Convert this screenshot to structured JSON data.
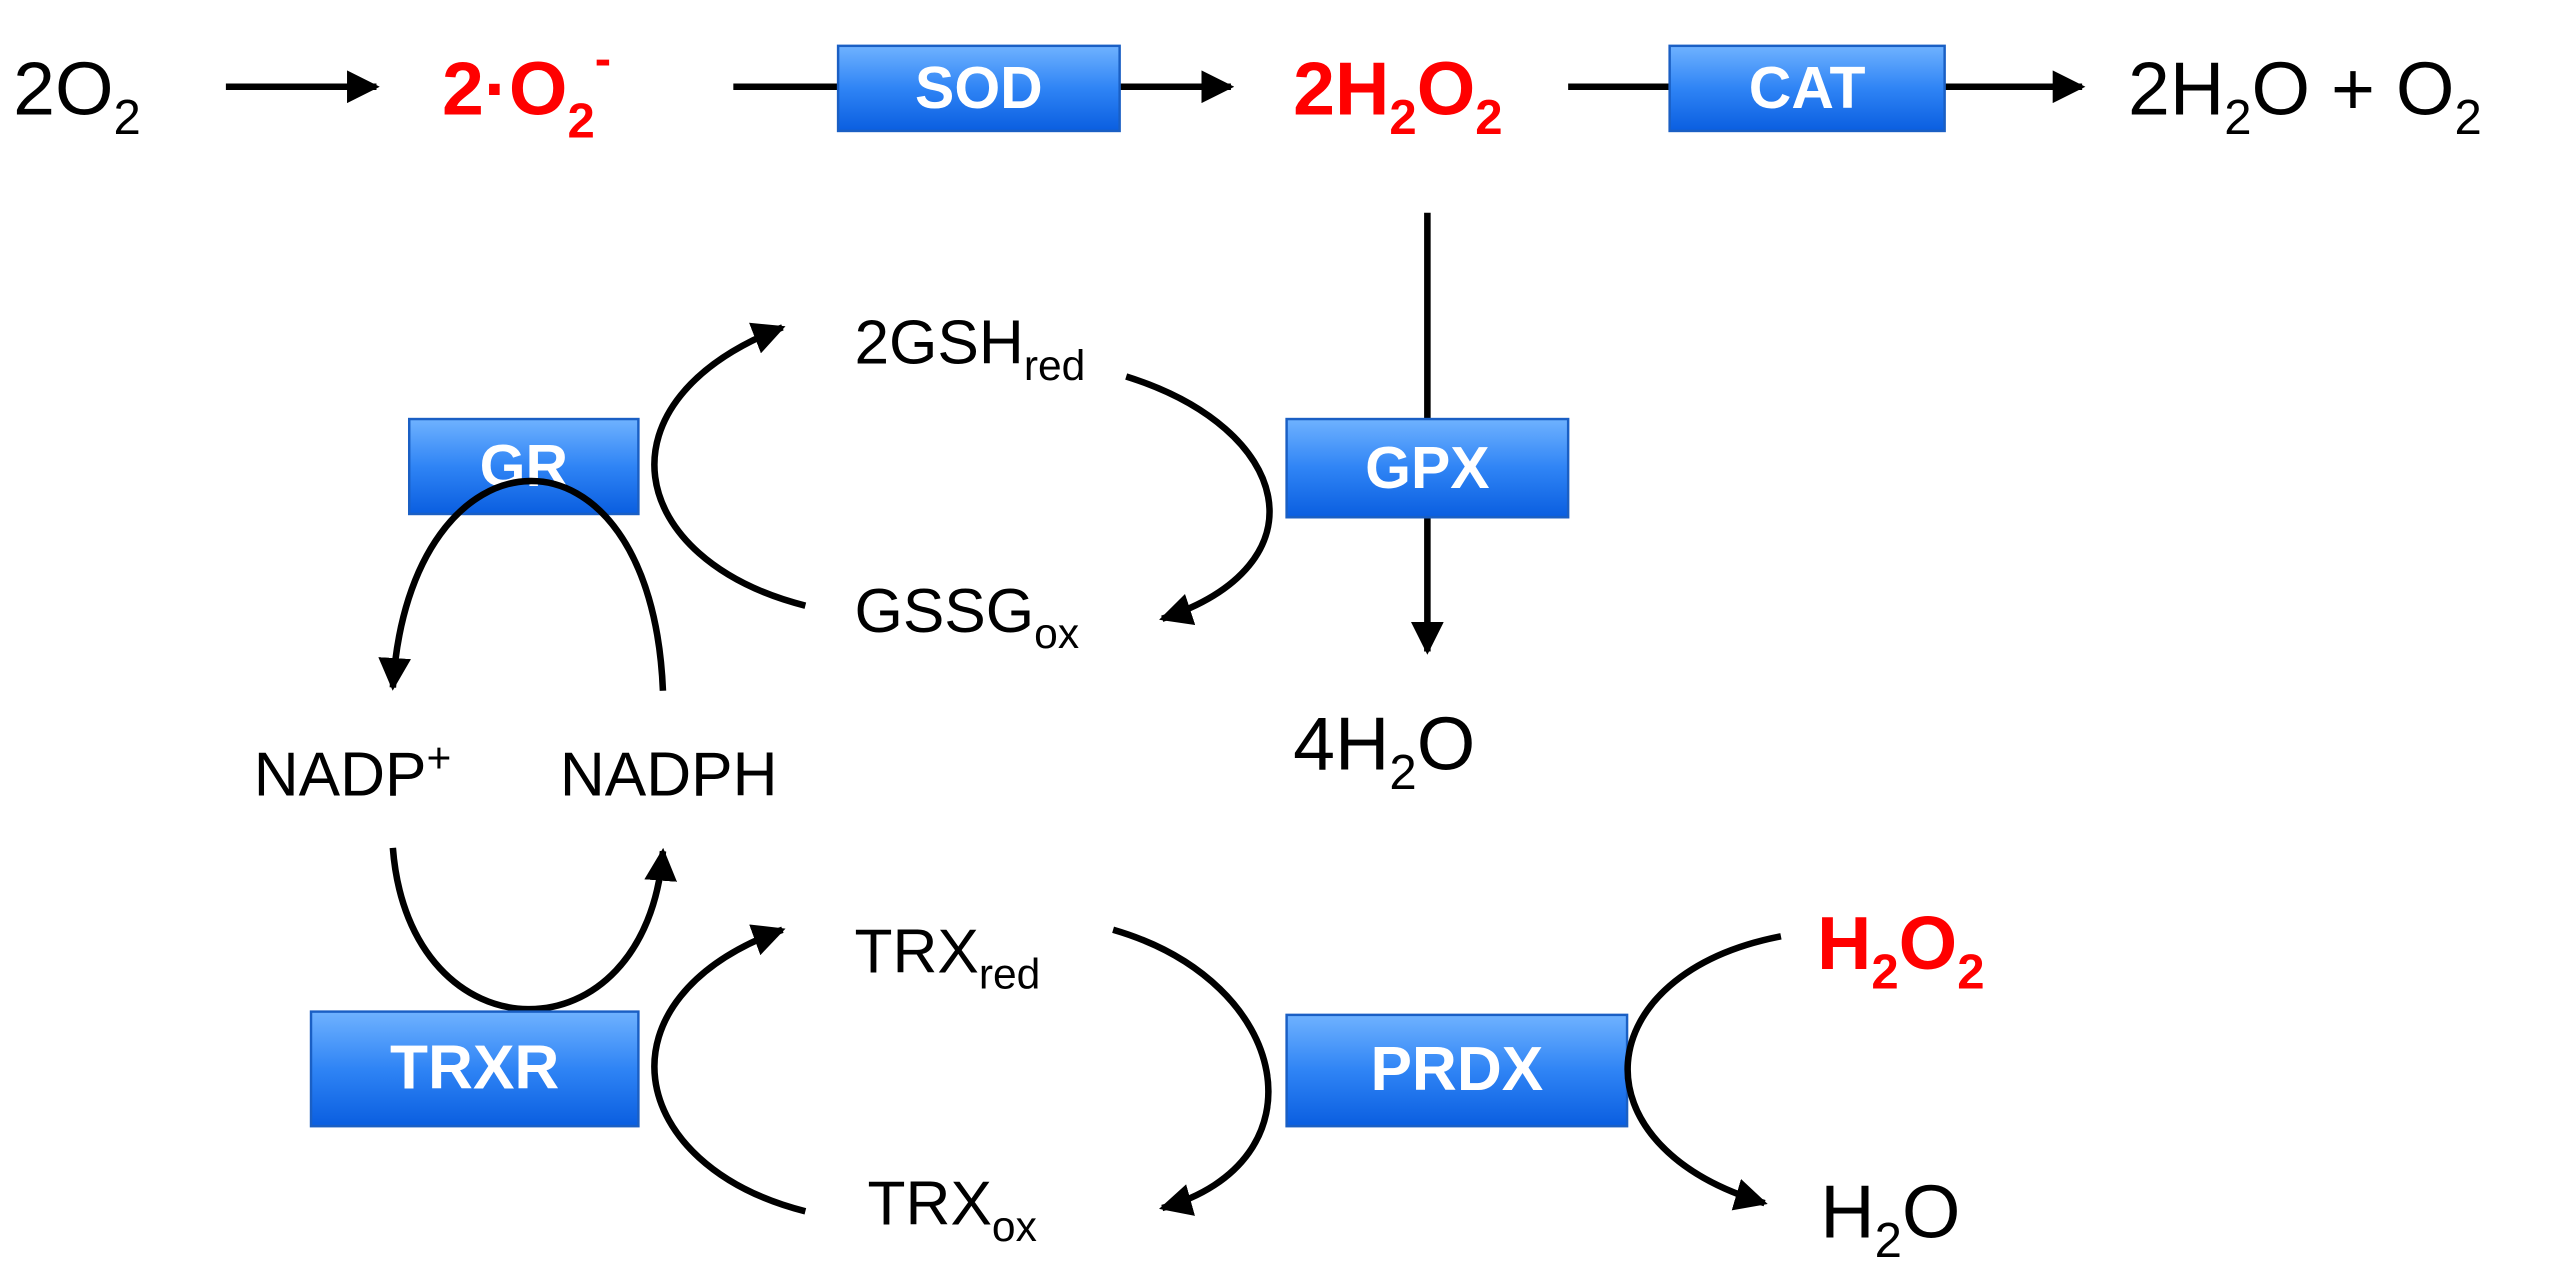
{
  "colors": {
    "highlight": "#ff0000",
    "enzyme_fill_top": "#6fb2ff",
    "enzyme_fill_bottom": "#0a5ee0",
    "enzyme_text": "#ffffff"
  },
  "pathway": {
    "oxygen": {
      "main": "2O",
      "sub": "2"
    },
    "superoxide": {
      "main": "2·O",
      "sub": "2",
      "sup": "-"
    },
    "peroxide": {
      "p1": "2H",
      "s1": "2",
      "p2": "O",
      "s2": "2"
    },
    "catalase_product": {
      "p1": "2H",
      "s1": "2",
      "p2": "O + O",
      "s2": "2"
    }
  },
  "enzymes": {
    "sod": "SOD",
    "cat": "CAT",
    "gpx": "GPX",
    "gr": "GR",
    "trxr": "TRXR",
    "prdx": "PRDX"
  },
  "glutathione": {
    "reduced": {
      "main": "2GSH",
      "sub": "red"
    },
    "oxidized": {
      "main": "GSSG",
      "sub": "ox"
    },
    "water": {
      "p1": "4H",
      "s1": "2",
      "p2": "O"
    }
  },
  "cofactors": {
    "nadp": {
      "main": "NADP",
      "sup": "+"
    },
    "nadph": "NADPH"
  },
  "thioredoxin": {
    "reduced": {
      "main": "TRX",
      "sub": "red"
    },
    "oxidized": {
      "main": "TRX",
      "sub": "ox"
    },
    "peroxide": {
      "p1": "H",
      "s1": "2",
      "p2": "O",
      "s2": "2"
    },
    "water": {
      "p1": "H",
      "s1": "2",
      "p2": "O"
    }
  }
}
